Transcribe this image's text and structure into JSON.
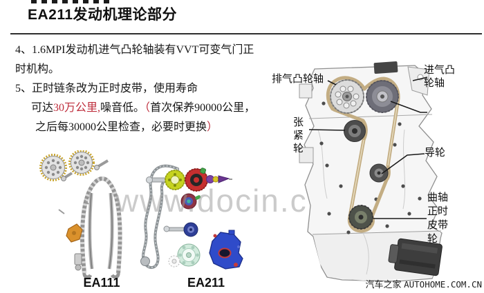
{
  "title": "EA211发动机理论部分",
  "content": {
    "l1": "4、1.6MPI发动机进气凸轮轴装有VVT可变气门正",
    "l2": "时机构。",
    "l3": "5、正时链条改为正时皮带，使用寿命",
    "l4a": "可达",
    "l4b": "30万公里,",
    "l4c": "噪音低。",
    "l4d": "（",
    "l4e": "首次保养90000公里，",
    "l5a": "之后每30000公里检查，必要时更换",
    "l5b": "）"
  },
  "diagram": {
    "labels": {
      "exhaust_cam": "排气凸轮轴",
      "intake_cam": "进气凸轮轴",
      "tensioner": "张紧轮",
      "guide_pulley": "导轮",
      "crank_pulley": "曲轴正时皮带轮"
    }
  },
  "kits": {
    "left": "EA111",
    "right": "EA211"
  },
  "watermark": "www.docin.c",
  "footer": {
    "brand": "汽车之家",
    "domain": "AUTOHOME.COM.CN"
  },
  "colors": {
    "accent_red": "#be2d3c",
    "belt_tan": "#c3ad83",
    "watermark_gray": "#bfbfbf",
    "tensioner_orange": "#da912c",
    "vvt_red": "#c62f2f",
    "pulley_yellow": "#c6d31f",
    "pulley_teal": "#d2ebdd",
    "pump_blue": "#2f4bc9"
  }
}
